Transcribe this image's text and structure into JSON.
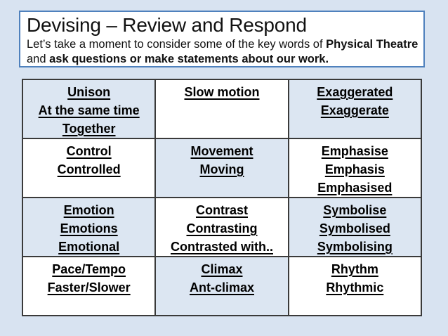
{
  "slide": {
    "title": "Devising – Review and Respond",
    "subtitle": {
      "line1_regular": "Let’s take a moment to consider some of the key words of ",
      "line1_bold": "Physical Theatre",
      "line2_regular": "and ",
      "line2_bold": "ask questions or make statements about our work."
    }
  },
  "table": {
    "rows": [
      {
        "cells": [
          {
            "shaded": true,
            "lines": [
              "Unison",
              "At the same time",
              "Together"
            ]
          },
          {
            "shaded": false,
            "lines": [
              "Slow motion"
            ]
          },
          {
            "shaded": true,
            "lines": [
              "Exaggerated",
              "Exaggerate"
            ]
          }
        ]
      },
      {
        "cells": [
          {
            "shaded": false,
            "lines": [
              "Control",
              "Controlled"
            ]
          },
          {
            "shaded": true,
            "lines": [
              "Movement",
              "Moving"
            ]
          },
          {
            "shaded": false,
            "lines": [
              "Emphasise",
              "Emphasis",
              "Emphasised"
            ]
          }
        ]
      },
      {
        "cells": [
          {
            "shaded": true,
            "lines": [
              "Emotion",
              "Emotions",
              "Emotional"
            ]
          },
          {
            "shaded": false,
            "lines": [
              "Contrast",
              "Contrasting",
              "Contrasted with.."
            ]
          },
          {
            "shaded": true,
            "lines": [
              "Symbolise",
              "Symbolised",
              "Symbolising"
            ]
          }
        ]
      },
      {
        "cells": [
          {
            "shaded": false,
            "lines": [
              "Pace/Tempo",
              "Faster/Slower"
            ]
          },
          {
            "shaded": true,
            "lines": [
              "Climax",
              "Ant-climax"
            ]
          },
          {
            "shaded": false,
            "lines": [
              "Rhythm",
              "Rhythmic"
            ]
          }
        ]
      }
    ]
  },
  "colors": {
    "page_background": "#D8E3F1",
    "title_border": "#4F81BD",
    "cell_shaded": "#DCE6F2",
    "cell_unshaded": "#FFFFFF",
    "table_border": "#3A3A3A",
    "text": "#000000"
  }
}
